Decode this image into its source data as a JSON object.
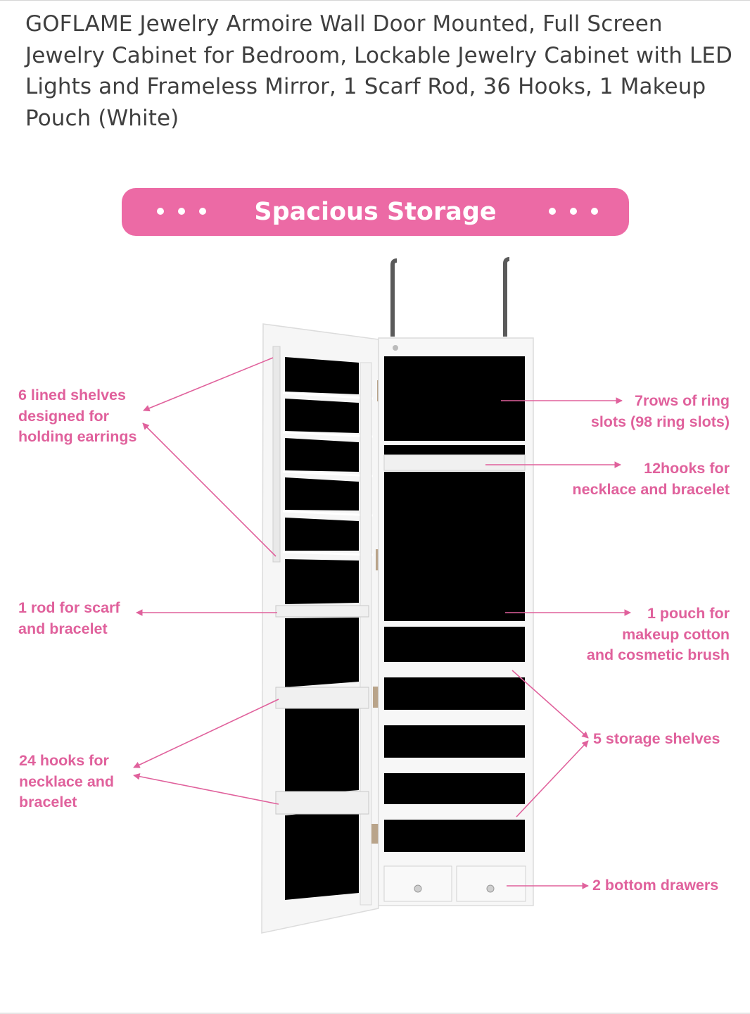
{
  "page": {
    "title": "GOFLAME Jewelry Armoire Wall Door Mounted, Full Screen Jewelry Cabinet for Bedroom, Lockable Jewelry Cabinet with LED Lights and Frameless Mirror, 1 Scarf Rod, 36 Hooks, 1 Makeup Pouch (White)"
  },
  "banner": {
    "title": "Spacious Storage"
  },
  "callouts": {
    "earrings_l1": "6 lined shelves",
    "earrings_l2": "designed for",
    "earrings_l3": "holding earrings",
    "rings_l1": "7rows of ring",
    "rings_l2": "slots (98 ring slots)",
    "hooks12_l1": "12hooks for",
    "hooks12_l2": "necklace and bracelet",
    "rod_l1": "1 rod for scarf",
    "rod_l2": "and bracelet",
    "pouch_l1": "1 pouch for",
    "pouch_l2": "makeup cotton",
    "pouch_l3": "and cosmetic brush",
    "shelves_l1": "5 storage shelves",
    "hooks24_l1": "24 hooks for",
    "hooks24_l2": "necklace and",
    "hooks24_l3": "bracelet",
    "drawers_l1": "2 bottom drawers"
  },
  "colors": {
    "accent": "#ec6aa5",
    "callout_text": "#e0619c",
    "title_text": "#3f3f3f",
    "cabinet_white": "#f7f7f7",
    "mirror_black": "#000000"
  }
}
